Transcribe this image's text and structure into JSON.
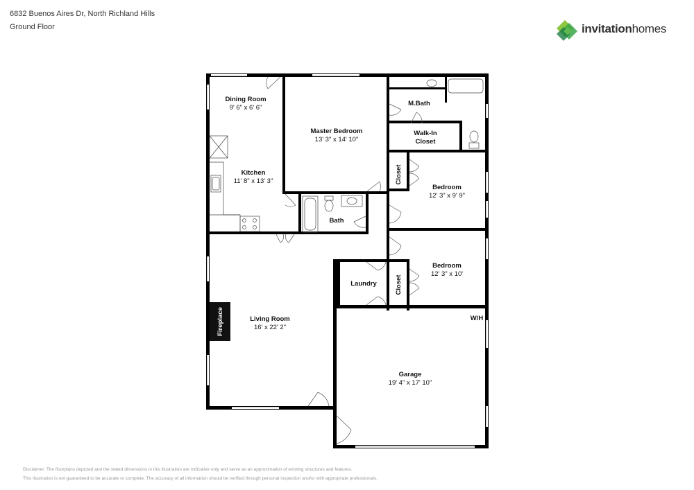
{
  "header": {
    "address": "6832 Buenos Aires Dr, North Richland Hills",
    "floor": "Ground Floor"
  },
  "logo": {
    "word_bold": "invitation",
    "word_light": "homes",
    "colors": [
      "#8dc63f",
      "#3aa64a",
      "#1d7f45",
      "#5fb84e"
    ]
  },
  "rooms": {
    "dining": {
      "name": "Dining Room",
      "dims": "9' 6\" x 6' 6\""
    },
    "master": {
      "name": "Master Bedroom",
      "dims": "13' 3\" x 14' 10\""
    },
    "mbath": {
      "name": "M.Bath"
    },
    "walkin": {
      "line1": "Walk-In",
      "line2": "Closet"
    },
    "kitchen": {
      "name": "Kitchen",
      "dims": "11' 8\" x 13' 3\""
    },
    "closet1": {
      "name": "Closet"
    },
    "bedroom1": {
      "name": "Bedroom",
      "dims": "12' 3\" x 9' 9\""
    },
    "bath": {
      "name": "Bath"
    },
    "bedroom2": {
      "name": "Bedroom",
      "dims": "12' 3\" x 10'"
    },
    "laundry": {
      "name": "Laundry"
    },
    "closet2": {
      "name": "Closet"
    },
    "fireplace": {
      "name": "Fireplace"
    },
    "living": {
      "name": "Living Room",
      "dims": "16' x 22' 2\""
    },
    "wh": {
      "name": "W/H"
    },
    "garage": {
      "name": "Garage",
      "dims": "19' 4\" x 17' 10\""
    }
  },
  "disclaimer": {
    "line1": "Disclaimer: The floorplans depicted and the stated dimensions in this illustration are indicative only and serve as an approximation of existing structures and features.",
    "line2": "This illustration is not guaranteed to be accurate or complete. The accuracy of all information should be verified through personal inspection and/or with appropriate professionals."
  }
}
